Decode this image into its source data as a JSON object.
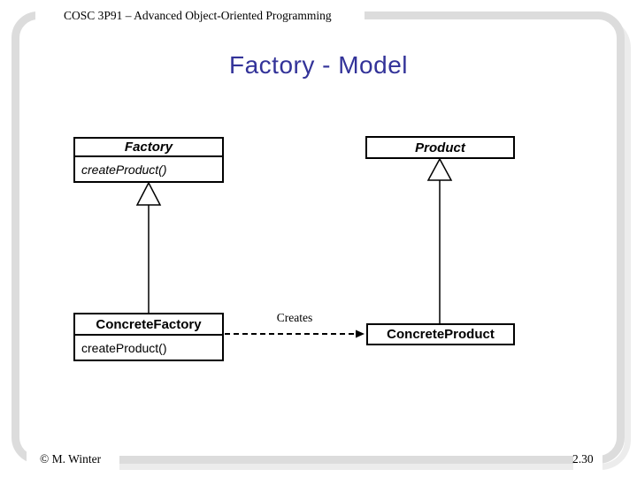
{
  "slide": {
    "course_header": "COSC 3P91 – Advanced Object-Oriented Programming",
    "title": "Factory - Model",
    "footer_copyright": "© M. Winter",
    "slide_number": "2.30"
  },
  "colors": {
    "title_text": "#333399",
    "frame_gray": "#dcdcdc",
    "frame_shadow_gray": "#ececec",
    "diagram_line": "#000000"
  },
  "diagram": {
    "type": "uml-class-diagram",
    "classes": [
      {
        "name": "Factory",
        "abstract": true,
        "methods": [
          "createProduct()"
        ]
      },
      {
        "name": "Product",
        "abstract": true,
        "methods": []
      },
      {
        "name": "ConcreteFactory",
        "abstract": false,
        "methods": [
          "createProduct()"
        ]
      },
      {
        "name": "ConcreteProduct",
        "abstract": false,
        "methods": []
      }
    ],
    "relations": [
      {
        "from": "ConcreteFactory",
        "to": "Factory",
        "type": "generalization"
      },
      {
        "from": "ConcreteProduct",
        "to": "Product",
        "type": "generalization"
      },
      {
        "from": "ConcreteFactory",
        "to": "ConcreteProduct",
        "type": "dependency",
        "label": "Creates"
      }
    ]
  }
}
